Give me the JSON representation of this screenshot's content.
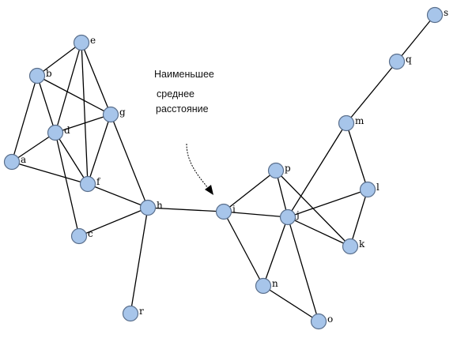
{
  "annotation": {
    "line1": "Наименьшее",
    "line2": "среднее",
    "line3": "расстояние"
  },
  "colors": {
    "node_fill": "#a7c5ea",
    "node_stroke": "#5a6f8c",
    "edge": "#000000"
  },
  "nodes": [
    {
      "id": "a",
      "label": "a"
    },
    {
      "id": "b",
      "label": "b"
    },
    {
      "id": "c",
      "label": "c"
    },
    {
      "id": "d",
      "label": "d"
    },
    {
      "id": "e",
      "label": "e"
    },
    {
      "id": "f",
      "label": "f"
    },
    {
      "id": "g",
      "label": "g"
    },
    {
      "id": "h",
      "label": "h"
    },
    {
      "id": "i",
      "label": "i"
    },
    {
      "id": "j",
      "label": "j"
    },
    {
      "id": "k",
      "label": "k"
    },
    {
      "id": "l",
      "label": "l"
    },
    {
      "id": "m",
      "label": "m"
    },
    {
      "id": "n",
      "label": "n"
    },
    {
      "id": "o",
      "label": "o"
    },
    {
      "id": "p",
      "label": "p"
    },
    {
      "id": "q",
      "label": "q"
    },
    {
      "id": "r",
      "label": "r"
    },
    {
      "id": "s",
      "label": "s"
    }
  ],
  "edges": [
    [
      "b",
      "a"
    ],
    [
      "b",
      "d"
    ],
    [
      "b",
      "e"
    ],
    [
      "b",
      "g"
    ],
    [
      "a",
      "d"
    ],
    [
      "a",
      "f"
    ],
    [
      "e",
      "d"
    ],
    [
      "e",
      "f"
    ],
    [
      "e",
      "g"
    ],
    [
      "d",
      "g"
    ],
    [
      "d",
      "f"
    ],
    [
      "d",
      "c"
    ],
    [
      "g",
      "f"
    ],
    [
      "g",
      "h"
    ],
    [
      "f",
      "h"
    ],
    [
      "h",
      "c"
    ],
    [
      "h",
      "r"
    ],
    [
      "h",
      "i"
    ],
    [
      "i",
      "p"
    ],
    [
      "i",
      "j"
    ],
    [
      "i",
      "n"
    ],
    [
      "p",
      "j"
    ],
    [
      "p",
      "k"
    ],
    [
      "j",
      "m"
    ],
    [
      "j",
      "l"
    ],
    [
      "j",
      "k"
    ],
    [
      "j",
      "n"
    ],
    [
      "j",
      "o"
    ],
    [
      "m",
      "l"
    ],
    [
      "m",
      "q"
    ],
    [
      "q",
      "s"
    ],
    [
      "l",
      "k"
    ],
    [
      "n",
      "o"
    ]
  ]
}
